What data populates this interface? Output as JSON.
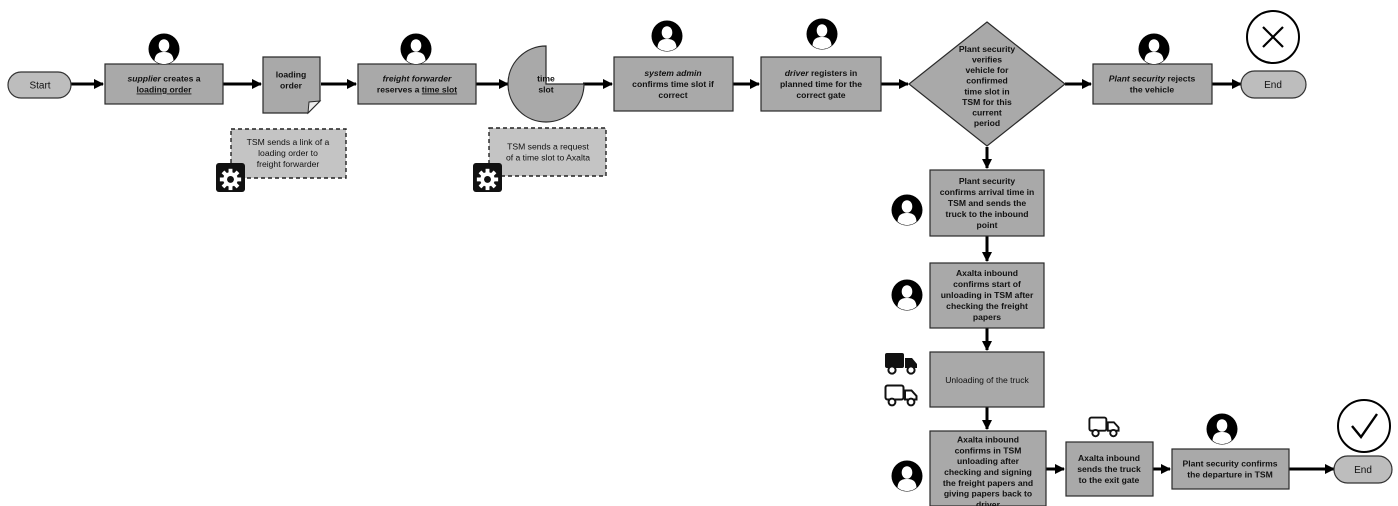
{
  "start": "Start",
  "end_reject": "End",
  "end_final": "End",
  "steps": {
    "supplier": [
      [
        {
          "t": "supplier",
          "s": "it"
        },
        {
          "t": " creates a"
        }
      ],
      [
        {
          "t": "loading order",
          "s": "ul"
        }
      ]
    ],
    "loading_doc": [
      [
        {
          "t": "loading"
        }
      ],
      [
        {
          "t": "order"
        }
      ]
    ],
    "freight": [
      [
        {
          "t": "freight forwarder",
          "s": "it"
        }
      ],
      [
        {
          "t": "reserves a "
        },
        {
          "t": "time slot",
          "s": "ul"
        }
      ]
    ],
    "time_slot": [
      [
        {
          "t": "time"
        }
      ],
      [
        {
          "t": "slot"
        }
      ]
    ],
    "sysadmin": [
      [
        {
          "t": "system admin",
          "s": "it"
        }
      ],
      [
        {
          "t": "confirms time slot if"
        }
      ],
      [
        {
          "t": "correct"
        }
      ]
    ],
    "driver": [
      [
        {
          "t": "driver",
          "s": "it"
        },
        {
          "t": " registers in"
        }
      ],
      [
        {
          "t": "planned time for the"
        }
      ],
      [
        {
          "t": "correct gate"
        }
      ]
    ],
    "decision": [
      [
        {
          "t": "Plant security"
        }
      ],
      [
        {
          "t": "verifies"
        }
      ],
      [
        {
          "t": "vehicle for"
        }
      ],
      [
        {
          "t": "confirmed"
        }
      ],
      [
        {
          "t": "time slot in"
        }
      ],
      [
        {
          "t": "TSM for this"
        }
      ],
      [
        {
          "t": "current"
        }
      ],
      [
        {
          "t": "period"
        }
      ]
    ],
    "reject": [
      [
        {
          "t": "Plant security",
          "s": "it"
        },
        {
          "t": " rejects"
        }
      ],
      [
        {
          "t": "the vehicle"
        }
      ]
    ],
    "note_link": [
      [
        {
          "t": "TSM sends a link of a"
        }
      ],
      [
        {
          "t": "loading order to"
        }
      ],
      [
        {
          "t": "freight forwarder"
        }
      ]
    ],
    "note_request": [
      [
        {
          "t": "TSM sends a request"
        }
      ],
      [
        {
          "t": "of a time slot to Axalta"
        }
      ]
    ],
    "confirm_arrival": [
      [
        {
          "t": "Plant security"
        }
      ],
      [
        {
          "t": "confirms arrival time in"
        }
      ],
      [
        {
          "t": "TSM and sends the"
        }
      ],
      [
        {
          "t": "truck to the inbound"
        }
      ],
      [
        {
          "t": "point"
        }
      ]
    ],
    "start_unloading": [
      [
        {
          "t": "Axalta inbound"
        }
      ],
      [
        {
          "t": "confirms start of"
        }
      ],
      [
        {
          "t": "unloading in TSM after"
        }
      ],
      [
        {
          "t": "checking the freight"
        }
      ],
      [
        {
          "t": "papers"
        }
      ]
    ],
    "unloading": [
      [
        {
          "t": "Unloading of the truck"
        }
      ]
    ],
    "confirm_unloading": [
      [
        {
          "t": "Axalta inbound"
        }
      ],
      [
        {
          "t": "confirms in TSM"
        }
      ],
      [
        {
          "t": "unloading after"
        }
      ],
      [
        {
          "t": "checking and signing"
        }
      ],
      [
        {
          "t": "the freight papers and"
        }
      ],
      [
        {
          "t": "giving papers back to"
        }
      ],
      [
        {
          "t": "driver"
        }
      ]
    ],
    "exit_gate": [
      [
        {
          "t": "Axalta inbound"
        }
      ],
      [
        {
          "t": "sends the truck"
        }
      ],
      [
        {
          "t": "to the exit gate"
        }
      ]
    ],
    "departure": [
      [
        {
          "t": "Plant security confirms"
        }
      ],
      [
        {
          "t": "the departure in TSM"
        }
      ]
    ]
  },
  "colors": {
    "process_fill": "#a9a9a9",
    "note_fill": "#c4c4c4",
    "terminal_fill": "#bdbdbd",
    "edge": "#000000"
  },
  "icons": [
    "person-icon",
    "gear-icon",
    "truck-icon",
    "cancel-circle-icon",
    "check-circle-icon"
  ]
}
